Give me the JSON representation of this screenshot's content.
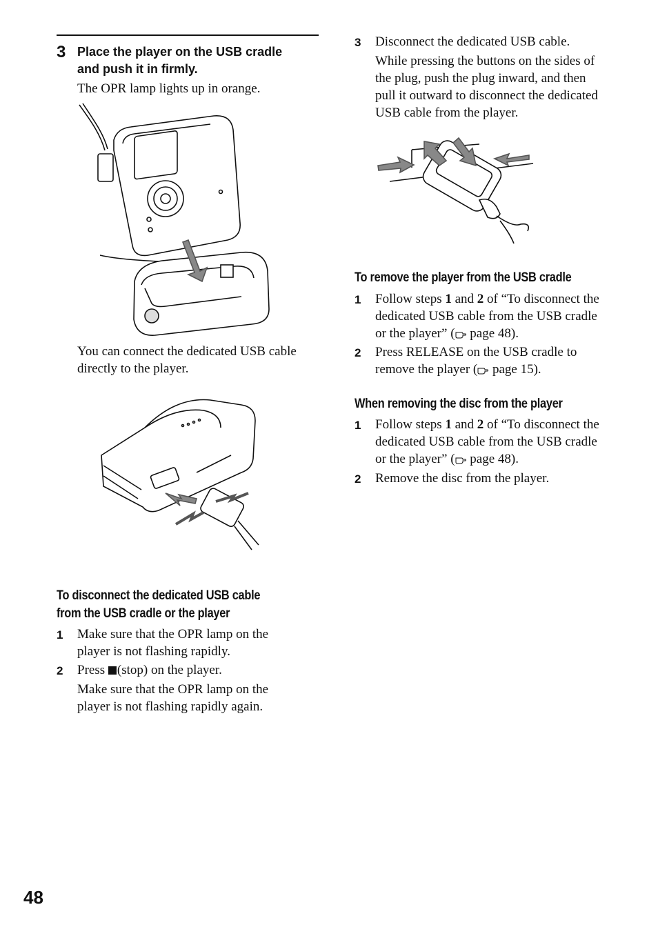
{
  "left": {
    "step3": {
      "number": "3",
      "title_line1": "Place the player on the USB cradle",
      "title_line2": "and push it in firmly.",
      "text": "The OPR lamp lights up in orange."
    },
    "direct_note_line1": "You can connect the dedicated USB cable",
    "direct_note_line2": "directly to the player.",
    "disconnect": {
      "heading_line1": "To disconnect the dedicated USB cable",
      "heading_line2": "from the USB cradle or the player",
      "steps": [
        {
          "number": "1",
          "line1": "Make sure that the OPR lamp on the",
          "line2": "player is not flashing rapidly."
        },
        {
          "number": "2",
          "line1_pre": "Press ",
          "line1_post": "(stop) on the player.",
          "sub_line1": "Make sure that the OPR lamp on the",
          "sub_line2": "player is not flashing rapidly again."
        }
      ]
    }
  },
  "right": {
    "step3": {
      "number": "3",
      "title": "Disconnect the dedicated USB cable.",
      "lines": [
        "While pressing the buttons on the sides of",
        "the plug, push the plug inward, and then",
        "pull it outward to disconnect the dedicated",
        "USB cable from the player."
      ]
    },
    "remove_cradle": {
      "heading": "To remove the player from the USB cradle",
      "step1": {
        "number": "1",
        "pre": "Follow steps ",
        "b1": "1",
        "mid": " and ",
        "b2": "2",
        "post": " of “To disconnect the",
        "line2": "dedicated USB cable from the USB cradle",
        "line3_pre": "or the player” (",
        "line3_post": " page 48)."
      },
      "step2": {
        "number": "2",
        "line1": "Press RELEASE on the USB cradle to",
        "line2_pre": "remove the player (",
        "line2_post": " page 15)."
      }
    },
    "remove_disc": {
      "heading": "When removing the disc from the player",
      "step1": {
        "number": "1",
        "pre": "Follow steps ",
        "b1": "1",
        "mid": " and ",
        "b2": "2",
        "post": " of “To disconnect the",
        "line2": "dedicated USB cable from the USB cradle",
        "line3_pre": "or the player” (",
        "line3_post": " page 48)."
      },
      "step2": {
        "number": "2",
        "line1": "Remove the disc from the player."
      }
    }
  },
  "page_number": "48",
  "icons": {
    "page_ref": "pointing-hand-icon",
    "stop": "stop-square-icon"
  }
}
